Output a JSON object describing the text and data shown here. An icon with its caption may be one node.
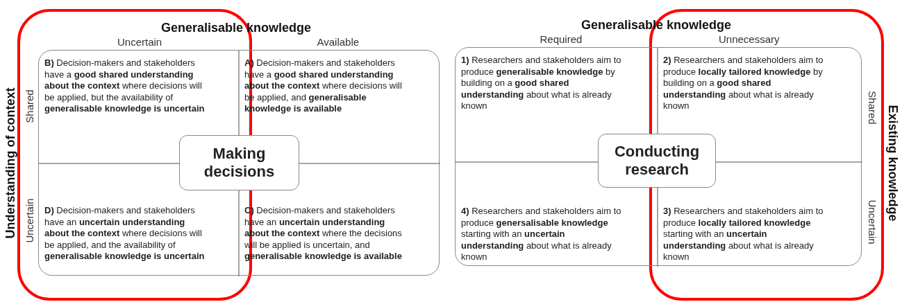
{
  "diagram": {
    "nodes": [
      {
        "text": [],
        "shape": "box"
      },
      {
        "text": [
          "**B)** Decision-makers and stakeholders have a **good shared understanding about the context** where decisions will be applied, but the availability of **generalisable knowledge is uncertain**"
        ],
        "in": 0
      },
      {
        "text": [
          "**A)** Decision-makers and stakeholders have a **good shared understanding about the context** where decisions will be applied, and **generalisable knowledge is available**"
        ],
        "in": 0
      },
      {
        "text": [
          "**D)** Decision-makers and stakeholders have an **uncertain understanding about the context** where decisions will be applied, and the availability of **generalisable knowledge is uncertain**"
        ],
        "in": 0
      },
      {
        "text": [
          "**C)** Decision-makers and stakeholders have an **uncertain understanding about the context** where the decisions will be applied is uncertain, and **generalisable knowledge is available**"
        ],
        "in": 0
      },
      {
        "text": [
          "Making decisions"
        ],
        "in": 0
      },
      {
        "text": [],
        "shape": "box"
      },
      {
        "text": [
          "**1)** Researchers and stakeholders aim to produce **generalisable knowledge** by building on a **good shared understanding** about what is already known"
        ],
        "in": 6
      },
      {
        "text": [
          "**2)** Researchers and stakeholders aim to produce **locally tailored knowledge** by building on a **good shared understanding** about what is already known"
        ],
        "in": 6
      },
      {
        "text": [
          "**4)** Researchers and stakeholders aim to produce **genersalisable knowledge** starting with an **uncertain understanding** about what is already known"
        ],
        "in": 6
      },
      {
        "text": [
          "**3)** Researchers and stakeholders aim to produce **locally tailored knowledge** starting with an **uncertain understanding** about what is already known"
        ],
        "in": 6
      },
      {
        "text": [
          "Conducting research"
        ],
        "in": 6
      }
    ],
    "labels": [
      "Generalisable knowledge",
      "Uncertain",
      "Available",
      "Understanding of context",
      "Shared",
      "Uncertain",
      "Generalisable knowledge",
      "Required",
      "Unnecessary",
      "Shared",
      "Uncertain",
      "Existing knowledge"
    ]
  }
}
